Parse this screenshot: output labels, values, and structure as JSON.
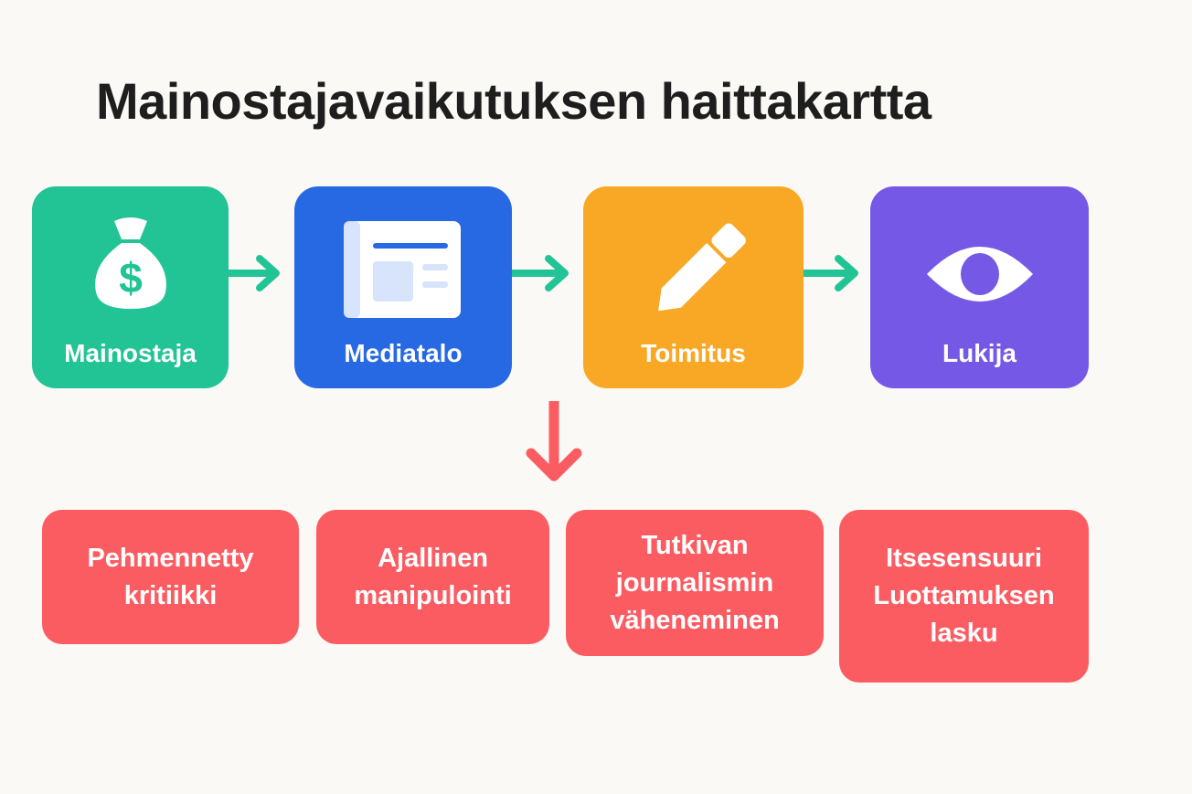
{
  "title": "Mainostajavaikutuksen haittakartta",
  "colors": {
    "background": "#fbf9f6",
    "advertiser": "#22c495",
    "media_house": "#2769e3",
    "editorial": "#f9a826",
    "reader": "#7559e6",
    "flow_arrow": "#22c495",
    "harm": "#fb5c62"
  },
  "flow": [
    {
      "id": "advertiser",
      "label": "Mainostaja",
      "icon": "money-bag-icon"
    },
    {
      "id": "media_house",
      "label": "Mediatalo",
      "icon": "newspaper-icon"
    },
    {
      "id": "editorial",
      "label": "Toimitus",
      "icon": "pencil-icon"
    },
    {
      "id": "reader",
      "label": "Lukija",
      "icon": "eye-icon"
    }
  ],
  "harms": [
    {
      "lines": [
        "Pehmennetty",
        "kritiikki"
      ]
    },
    {
      "lines": [
        "Ajallinen",
        "manipulointi"
      ]
    },
    {
      "lines": [
        "Tutkivan",
        "journalismin",
        "väheneminen"
      ]
    },
    {
      "lines": [
        "Itsesensuuri",
        "Luottamuksen",
        "lasku"
      ]
    }
  ]
}
